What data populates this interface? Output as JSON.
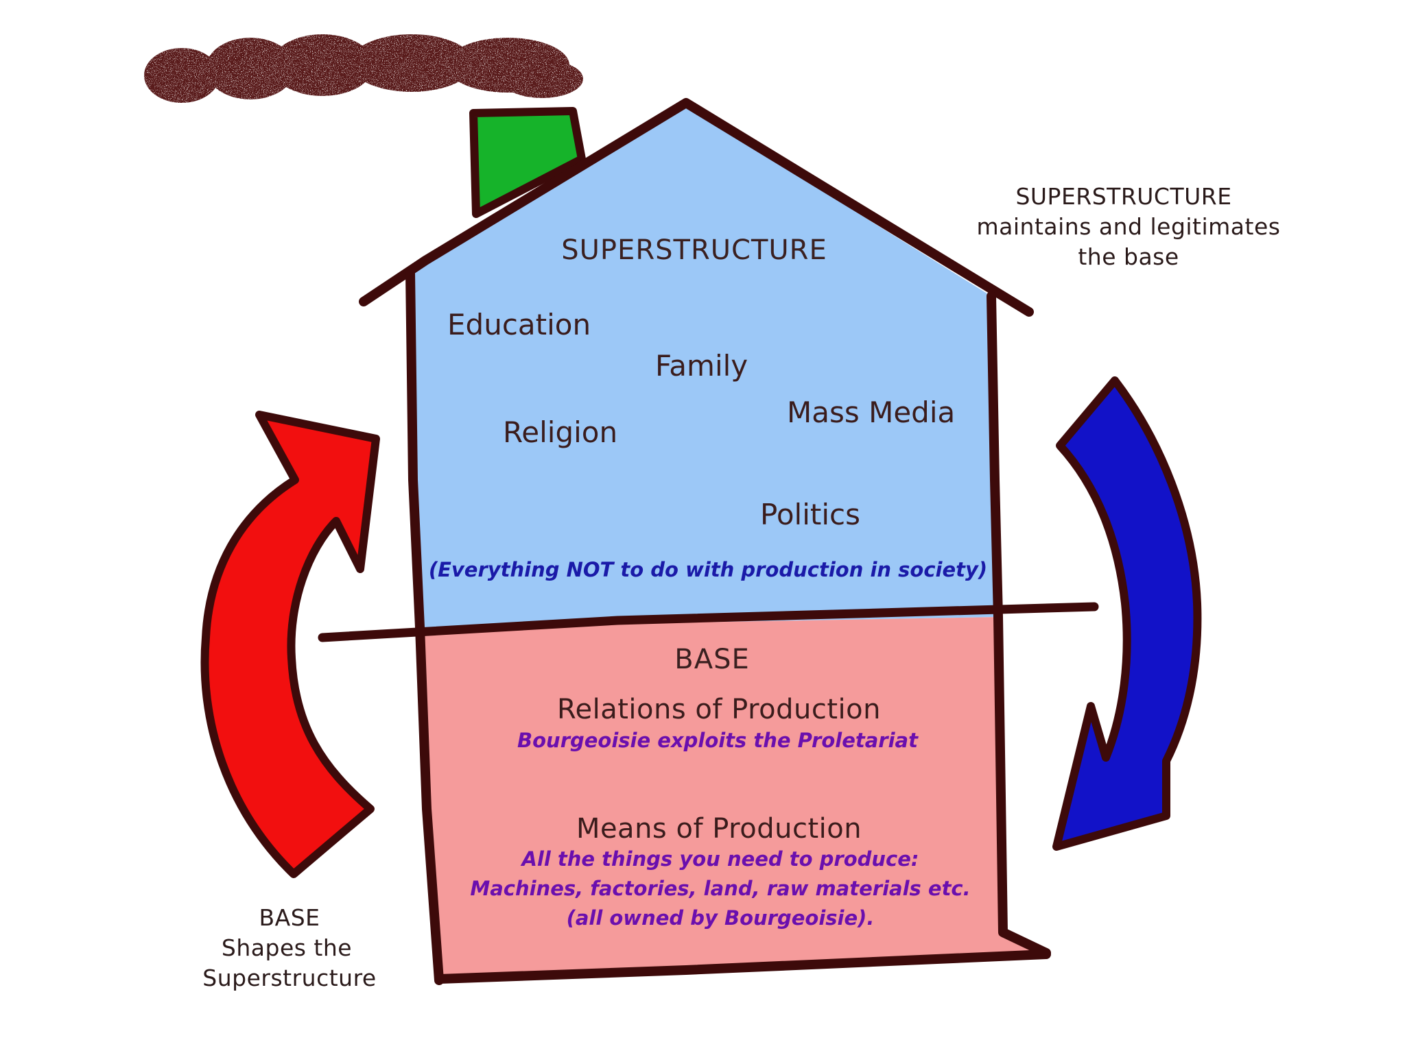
{
  "superstructure": {
    "title": "SUPERSTRUCTURE",
    "items": [
      "Education",
      "Family",
      "Mass Media",
      "Religion",
      "Politics"
    ],
    "note": "(Everything NOT to do with production in society)",
    "fill": "#9cc8f7"
  },
  "base": {
    "title": "BASE",
    "relations": {
      "heading": "Relations of Production",
      "detail": "Bourgeoisie exploits the Proletariat"
    },
    "means": {
      "heading": "Means of Production",
      "lines": [
        "All the things you need to produce:",
        "Machines, factories, land, raw materials etc.",
        "(all owned by Bourgeoisie)."
      ]
    },
    "fill": "#f59b9b"
  },
  "right_caption": [
    "SUPERSTRUCTURE",
    "maintains and legitimates",
    "the base"
  ],
  "left_caption": [
    "BASE",
    "Shapes the",
    "Superstructure"
  ],
  "colors": {
    "outline": "#3d0a0a",
    "chimney": "#16b32a",
    "smoke": "#5a1e1e",
    "red_arrow": "#f20f0f",
    "blue_arrow": "#1212c8"
  }
}
